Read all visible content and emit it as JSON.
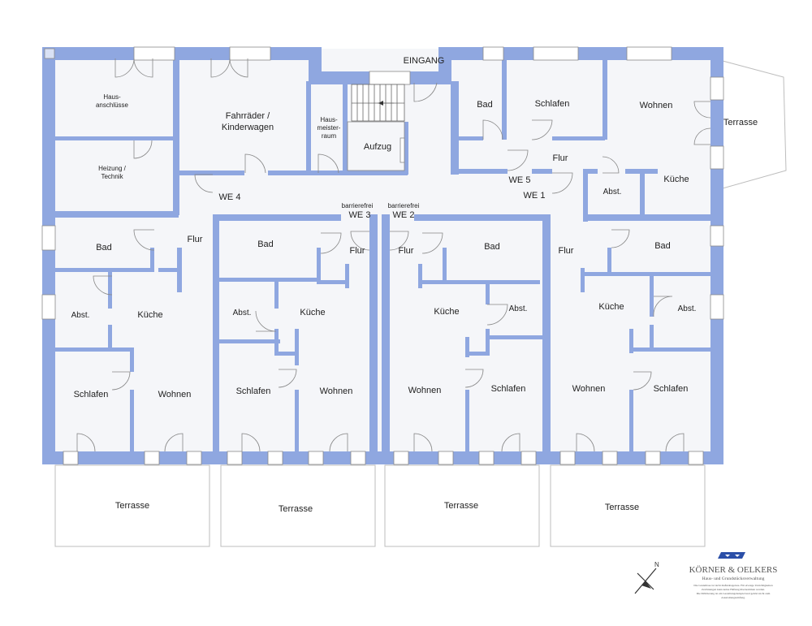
{
  "entrance": "EINGANG",
  "units": {
    "we1": "WE 1",
    "we2": "WE 2",
    "we3": "WE 3",
    "we4": "WE 4",
    "we5": "WE 5",
    "barrierefrei": "barrierefrei"
  },
  "rooms": {
    "hausanschluesse": [
      "Haus-",
      "anschlüsse"
    ],
    "heizung": [
      "Heizung /",
      "Technik"
    ],
    "fahrraeder": [
      "Fahrräder /",
      "Kinderwagen"
    ],
    "hausmeister": [
      "Haus-",
      "meister-",
      "raum"
    ],
    "aufzug": "Aufzug",
    "bad": "Bad",
    "schlafen": "Schlafen",
    "wohnen": "Wohnen",
    "kueche": "Küche",
    "abst": "Abst.",
    "flur": "Flur",
    "terrasse": "Terrasse"
  },
  "logo": {
    "name": "KÖRNER & OELKERS",
    "subtitle": "Haus- und Grundstücksverwaltung",
    "disclaimer": [
      "Die Grundrisse ist nicht maßstabsgetreu. Für etwaige Unrichtigkeiten",
      "Zeichnungen kann keine Haftung übernommen werden.",
      "Die Möblierung ist ein Gestaltungsbeispiel und gehört nicht zum",
      "Ausstattungsumfang."
    ]
  },
  "compass": "N",
  "colors": {
    "wall": "#8fa7e0",
    "wall_edge": "#6f89cc",
    "floor": "#f5f6f9",
    "line": "#888888",
    "logo_blue": "#2b4fa8"
  }
}
